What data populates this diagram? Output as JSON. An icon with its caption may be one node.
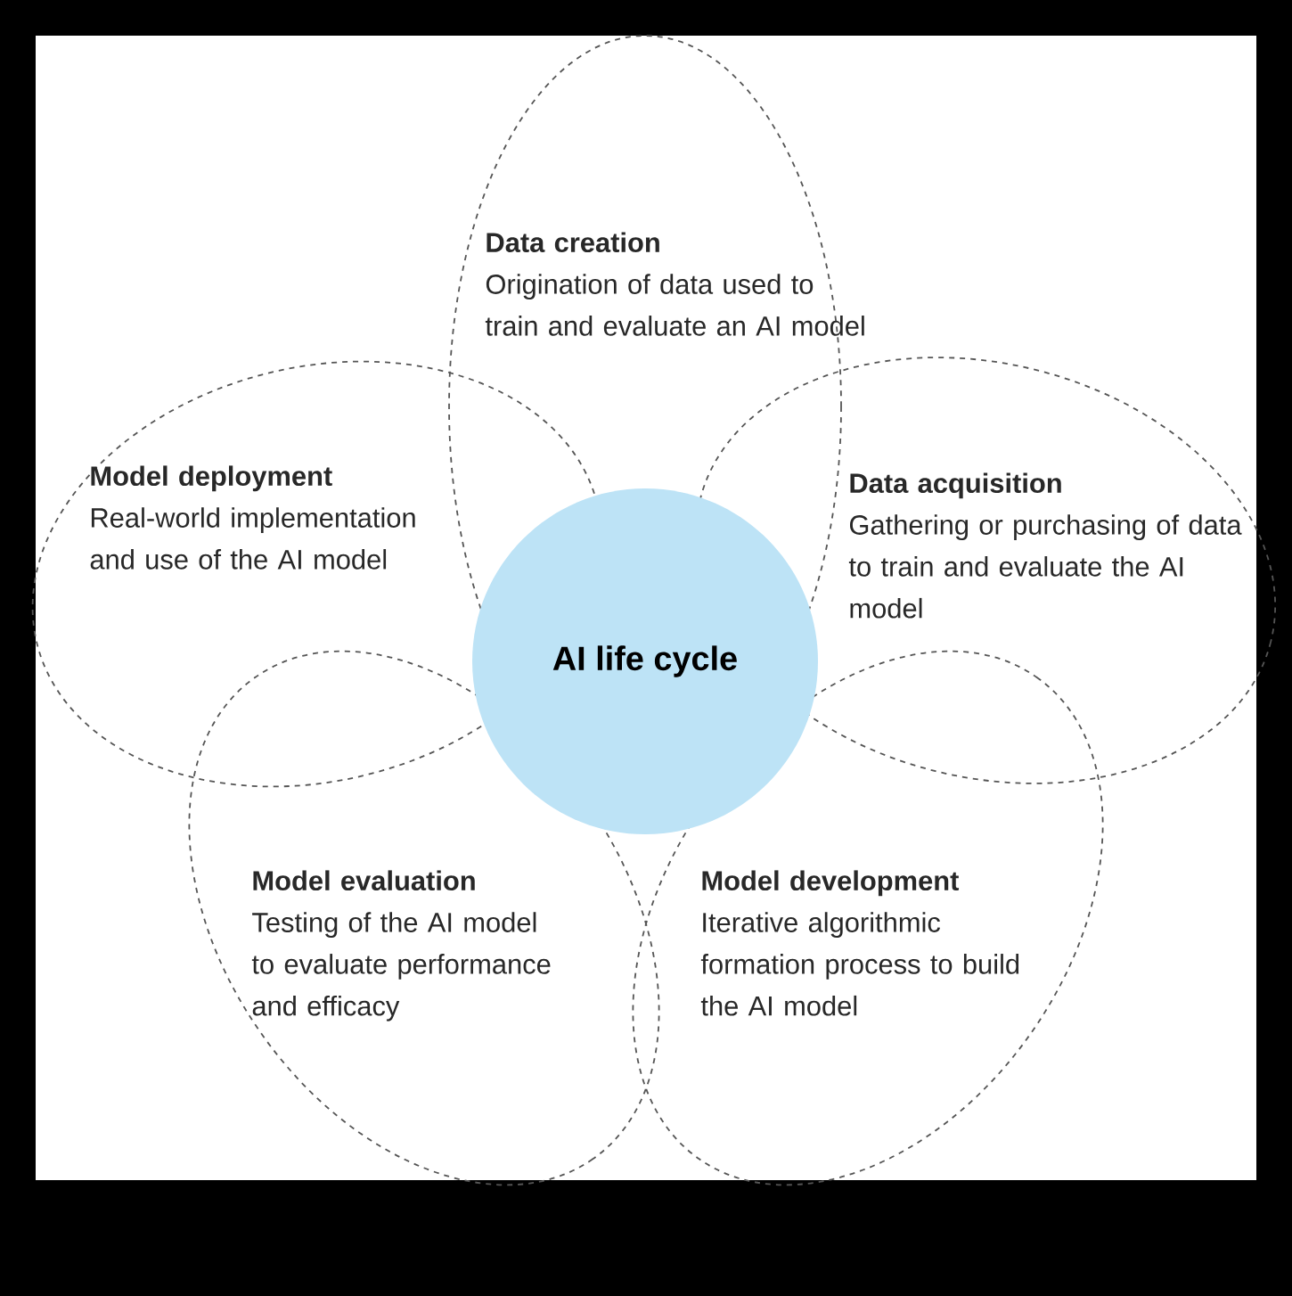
{
  "diagram": {
    "nodes": [
      {
        "text": [
          "Data creation",
          "Origination of data used to train and evaluate an AI model"
        ]
      },
      {
        "text": [
          "Data acquisition",
          "Gathering or purchasing of data to train and evaluate the AI model"
        ]
      },
      {
        "text": [
          "Model development",
          "Iterative algorithmic formation process to build the AI model"
        ]
      },
      {
        "text": [
          "Model evaluation",
          "Testing of the AI model to evaluate performance and efficacy"
        ]
      },
      {
        "text": [
          "Model deployment",
          "Real-world implementation and use of the AI model"
        ]
      },
      {
        "text": [
          "AI life cycle"
        ]
      }
    ]
  }
}
